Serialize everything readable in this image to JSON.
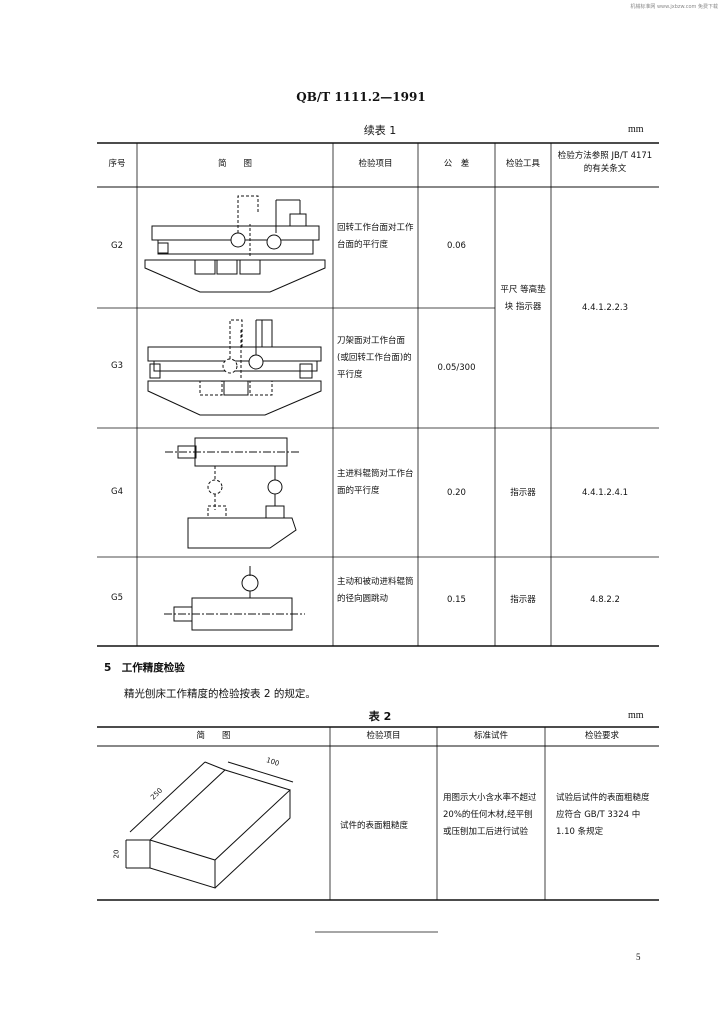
{
  "corner_note": "机械标准网 www.jxbzw.com 免费下载",
  "standard_no": "QB/T 1111.2—1991",
  "table1": {
    "caption": "续表 1",
    "unit": "mm",
    "headers": {
      "no": "序号",
      "figure": "简　　图",
      "item": "检验项目",
      "tolerance": "公　差",
      "tool": "检验工具",
      "method": "检验方法参照 JB/T 4171 的有关条文"
    },
    "rows": [
      {
        "no": "G2",
        "item": "回转工作台面对工作台面的平行度",
        "tolerance": "0.06"
      },
      {
        "no": "G3",
        "item": "刀架面对工作台面(或回转工作台面)的平行度",
        "tolerance": "0.05/300"
      },
      {
        "no": "G4",
        "item": "主进料辊筒对工作台面的平行度",
        "tolerance": "0.20",
        "tool": "指示器",
        "method": "4.4.1.2.4.1"
      },
      {
        "no": "G5",
        "item": "主动和被动进料辊筒的径向圆跳动",
        "tolerance": "0.15",
        "tool": "指示器",
        "method": "4.8.2.2"
      }
    ],
    "merged_tool": "平尺 等高垫块 指示器",
    "merged_method": "4.4.1.2.2.3"
  },
  "section5": {
    "heading": "5　工作精度检验",
    "text": "精光刨床工作精度的检验按表 2 的规定。"
  },
  "table2": {
    "caption": "表 2",
    "unit": "mm",
    "headers": {
      "figure": "简　　图",
      "item": "检验项目",
      "specimen": "标准试件",
      "requirement": "检验要求"
    },
    "row": {
      "dim_length": "250",
      "dim_width": "100",
      "dim_height": "20",
      "item": "试件的表面粗糙度",
      "specimen": "用图示大小含水率不超过 20%的任何木材,经平刨或压刨加工后进行试验",
      "requirement": "试验后试件的表面粗糙度应符合 GB/T 3324 中 1.10 条规定"
    }
  },
  "page_number": "5"
}
